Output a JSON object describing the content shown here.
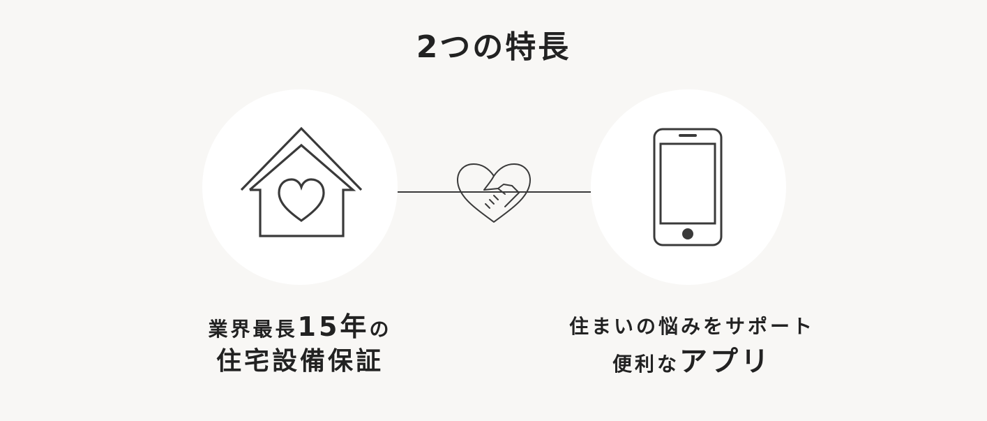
{
  "title": "2つの特長",
  "features": [
    {
      "icon": "house-heart-icon",
      "line1_a": "業界最長",
      "line1_b": "15年",
      "line1_c": "の",
      "line2": "住宅設備保証"
    },
    {
      "icon": "smartphone-icon",
      "line1": "住まいの悩みをサポート",
      "line2_a": "便利な",
      "line2_b": "アプリ"
    }
  ],
  "connector_icon": "handshake-heart-icon",
  "colors": {
    "background": "#f8f7f5",
    "circle": "#ffffff",
    "stroke": "#3a3a3a",
    "text": "#222222"
  }
}
